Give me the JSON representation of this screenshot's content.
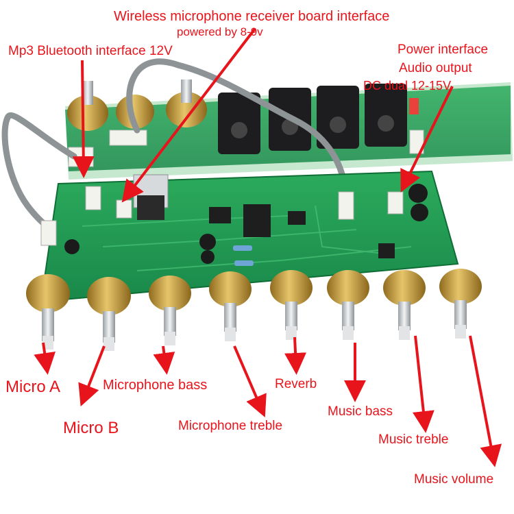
{
  "labels": {
    "wireless_title": "Wireless microphone receiver board interface",
    "wireless_power": "powered by 8-9v",
    "mp3": "Mp3 Bluetooth interface 12V",
    "power_interface": "Power interface",
    "audio_output": "Audio output",
    "dc_dual": "DC dual 12-15V",
    "micro_a": "Micro A",
    "micro_b": "Micro B",
    "mic_bass": "Microphone bass",
    "mic_treble": "Microphone treble",
    "reverb": "Reverb",
    "music_bass": "Music bass",
    "music_treble": "Music treble",
    "music_volume": "Music volume"
  },
  "colors": {
    "annotation": "#e8141b",
    "pcb_green": "#1f9a4e",
    "pcb_light": "#2fb060",
    "brass": "#c9a23a",
    "shaft": "#cfd2d4"
  }
}
